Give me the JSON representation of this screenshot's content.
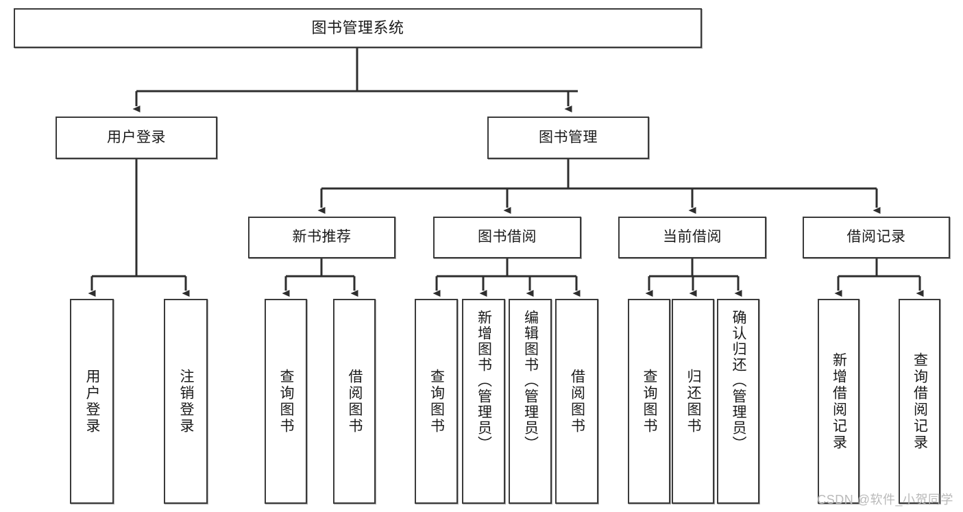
{
  "diagram": {
    "title": "图书管理系统",
    "type": "tree",
    "watermark": "CSDN @软件_小贺同学",
    "colors": {
      "box_stroke": "#3a3a3a",
      "box_fill": "#ffffff",
      "connector": "#2e2e2e",
      "text": "#1a1a1a",
      "watermark": "#b9b9b9"
    },
    "levels": {
      "root": "图书管理系统",
      "level2": [
        "用户登录",
        "图书管理"
      ],
      "level3": [
        "新书推荐",
        "图书借阅",
        "当前借阅",
        "借阅记录"
      ]
    },
    "nodes": {
      "root": {
        "label": "图书管理系统"
      },
      "user_login": {
        "label": "用户登录"
      },
      "book_manage": {
        "label": "图书管理"
      },
      "new_book_rec": {
        "label": "新书推荐"
      },
      "book_borrow": {
        "label": "图书借阅"
      },
      "current_borrow": {
        "label": "当前借阅"
      },
      "borrow_record": {
        "label": "借阅记录"
      },
      "leaf_user_login": {
        "label": "用户登录"
      },
      "leaf_logout": {
        "label": "注销登录"
      },
      "leaf_query_book_a": {
        "label": "查询图书"
      },
      "leaf_borrow_book_a": {
        "label": "借阅图书"
      },
      "leaf_query_book_b": {
        "label": "查询图书"
      },
      "leaf_add_book": {
        "label": "新增图书（管理员）"
      },
      "leaf_edit_book": {
        "label": "编辑图书（管理员）"
      },
      "leaf_borrow_book_b": {
        "label": "借阅图书"
      },
      "leaf_query_book_c": {
        "label": "查询图书"
      },
      "leaf_return_book": {
        "label": "归还图书"
      },
      "leaf_confirm_return": {
        "label": "确认归还（管理员）"
      },
      "leaf_add_record": {
        "label": "新增借阅记录"
      },
      "leaf_query_record": {
        "label": "查询借阅记录"
      }
    },
    "edges": [
      {
        "from": "root",
        "to": "user_login"
      },
      {
        "from": "root",
        "to": "book_manage"
      },
      {
        "from": "user_login",
        "to": "leaf_user_login"
      },
      {
        "from": "user_login",
        "to": "leaf_logout"
      },
      {
        "from": "book_manage",
        "to": "new_book_rec"
      },
      {
        "from": "book_manage",
        "to": "book_borrow"
      },
      {
        "from": "book_manage",
        "to": "current_borrow"
      },
      {
        "from": "book_manage",
        "to": "borrow_record"
      },
      {
        "from": "new_book_rec",
        "to": "leaf_query_book_a"
      },
      {
        "from": "new_book_rec",
        "to": "leaf_borrow_book_a"
      },
      {
        "from": "book_borrow",
        "to": "leaf_query_book_b"
      },
      {
        "from": "book_borrow",
        "to": "leaf_add_book"
      },
      {
        "from": "book_borrow",
        "to": "leaf_edit_book"
      },
      {
        "from": "book_borrow",
        "to": "leaf_borrow_book_b"
      },
      {
        "from": "current_borrow",
        "to": "leaf_query_book_c"
      },
      {
        "from": "current_borrow",
        "to": "leaf_return_book"
      },
      {
        "from": "current_borrow",
        "to": "leaf_confirm_return"
      },
      {
        "from": "borrow_record",
        "to": "leaf_add_record"
      },
      {
        "from": "borrow_record",
        "to": "leaf_query_record"
      }
    ]
  }
}
